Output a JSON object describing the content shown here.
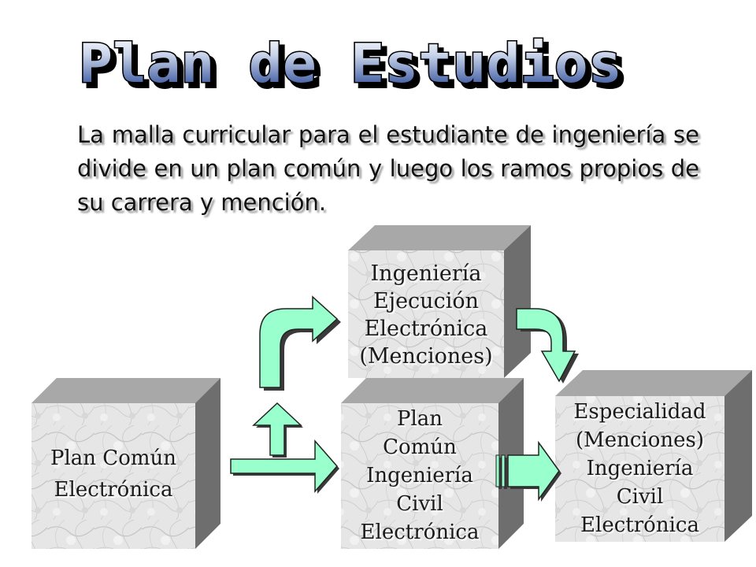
{
  "title": "Plan de Estudios",
  "intro": "La malla curricular para el estudiante de ingeniería se divide en un plan común y luego los ramos propios de su carrera y mención.",
  "boxes": {
    "plan_comun": [
      "Plan Común",
      "Electrónica"
    ],
    "ejecucion": [
      "Ingeniería",
      "Ejecución",
      "Electrónica",
      "(Menciones)"
    ],
    "civil": [
      "Plan",
      "Común",
      "Ingeniería",
      "Civil",
      "Electrónica"
    ],
    "especialidad": [
      "Especialidad",
      "(Menciones)",
      "Ingeniería",
      "Civil",
      "Electrónica"
    ]
  },
  "colors": {
    "arrow_fill": "#99ffcc",
    "title_gradient_top": "#ffffff",
    "title_gradient_bottom": "#1e3c8c",
    "box_side": "#6e6e6e",
    "box_top": "#9a9a9a"
  }
}
